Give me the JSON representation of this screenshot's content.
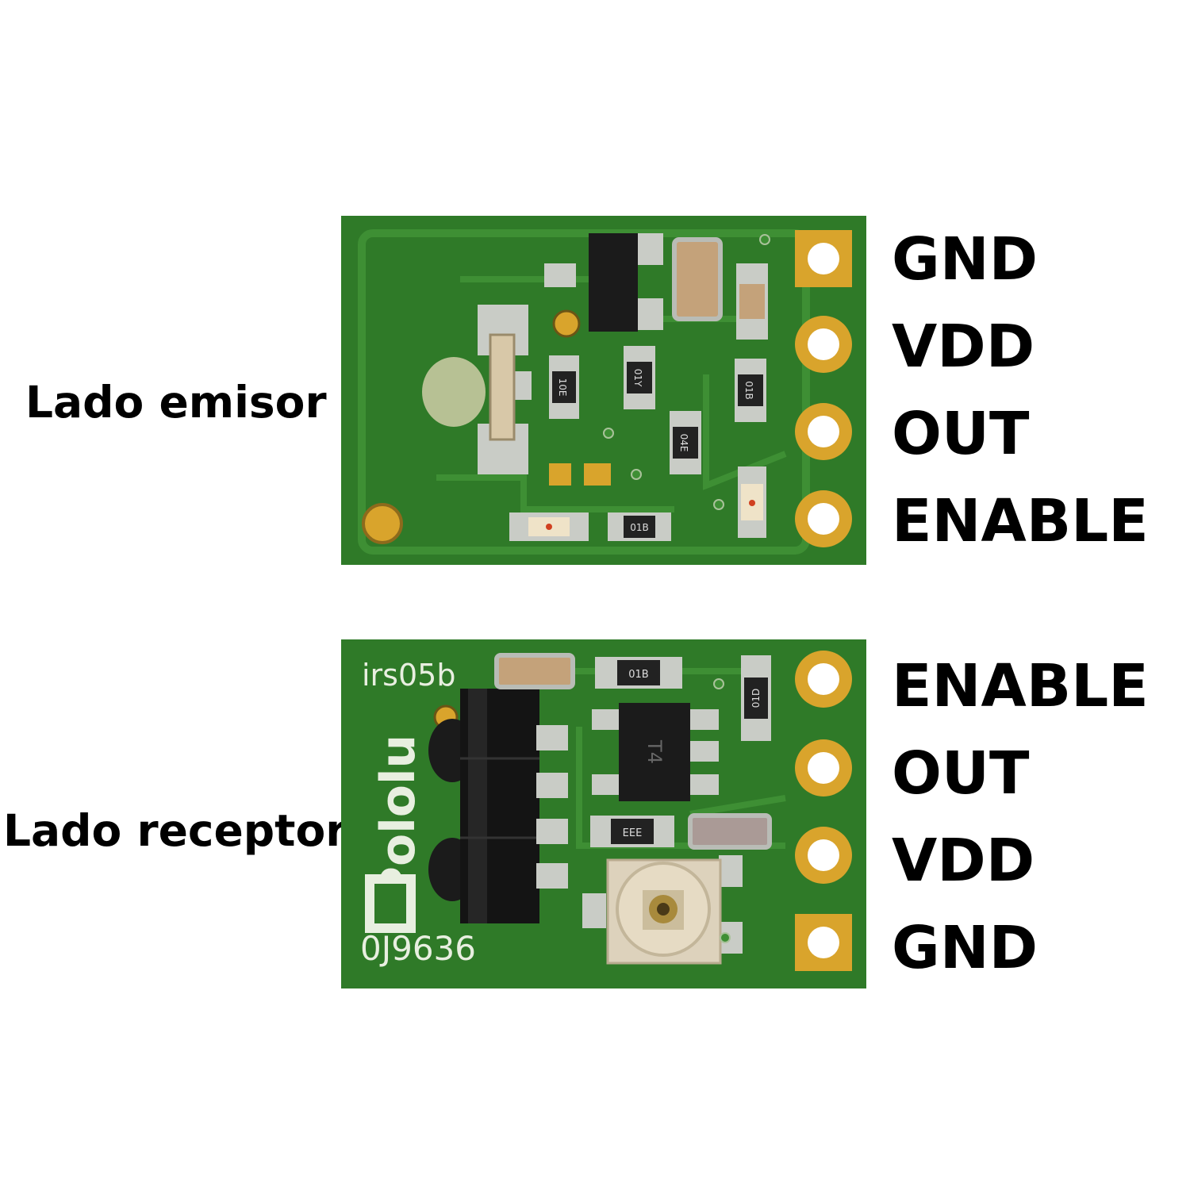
{
  "emitter": {
    "side_label": "Lado emisor",
    "pins": [
      "GND",
      "VDD",
      "OUT",
      "ENABLE"
    ],
    "component_markings": [
      "01Y",
      "10E",
      "01B",
      "04E",
      "01B"
    ]
  },
  "receiver": {
    "side_label": "Lado receptor",
    "pins": [
      "ENABLE",
      "OUT",
      "VDD",
      "GND"
    ],
    "silkscreen": {
      "model": "irs05b",
      "brand": "Pololu",
      "code": "0J9636"
    },
    "component_markings": [
      "01B",
      "01D",
      "EEE",
      "T4"
    ]
  },
  "colors": {
    "pcb": "#2f7a28",
    "pcb_dark": "#235f1d",
    "pad_gold": "#d9a42c",
    "silkscreen": "#e8efe0",
    "solder": "#c9ccc6",
    "ic_black": "#1b1b1b"
  }
}
